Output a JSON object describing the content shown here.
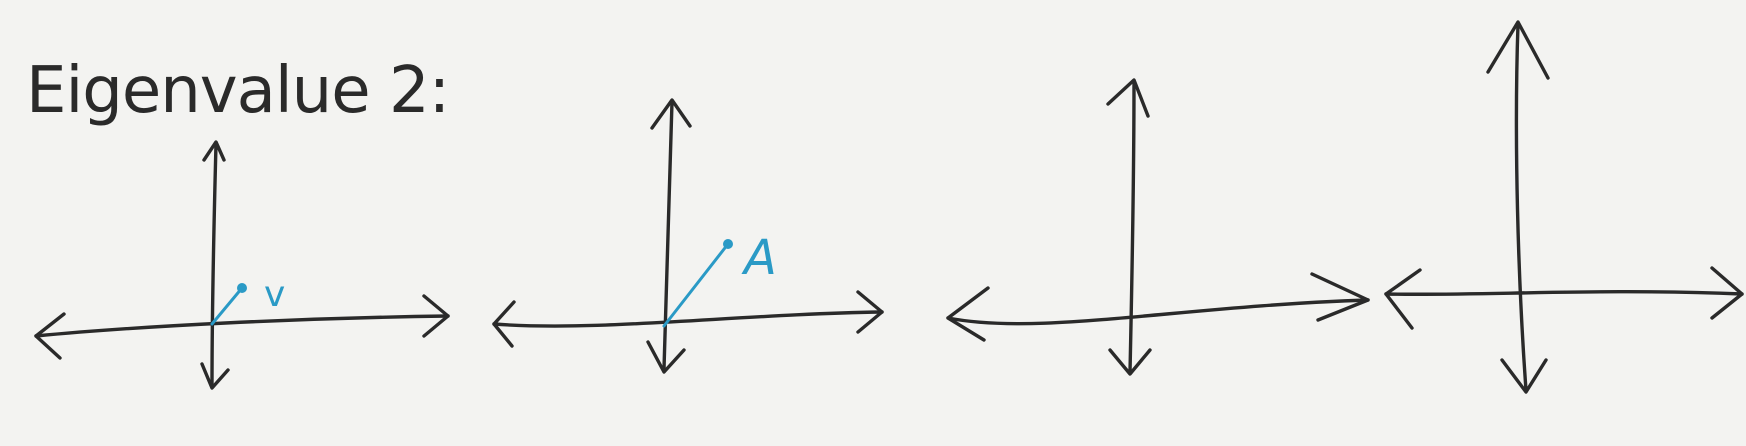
{
  "title": "Eigenvalue 2:",
  "colors": {
    "ink": "#2a2a2a",
    "vector": "#2a9ac6",
    "background": "#f3f3f1"
  },
  "panels": [
    {
      "vector_label": "v"
    },
    {
      "vector_label": "A"
    },
    {
      "vector_label": ""
    },
    {
      "vector_label": ""
    }
  ]
}
